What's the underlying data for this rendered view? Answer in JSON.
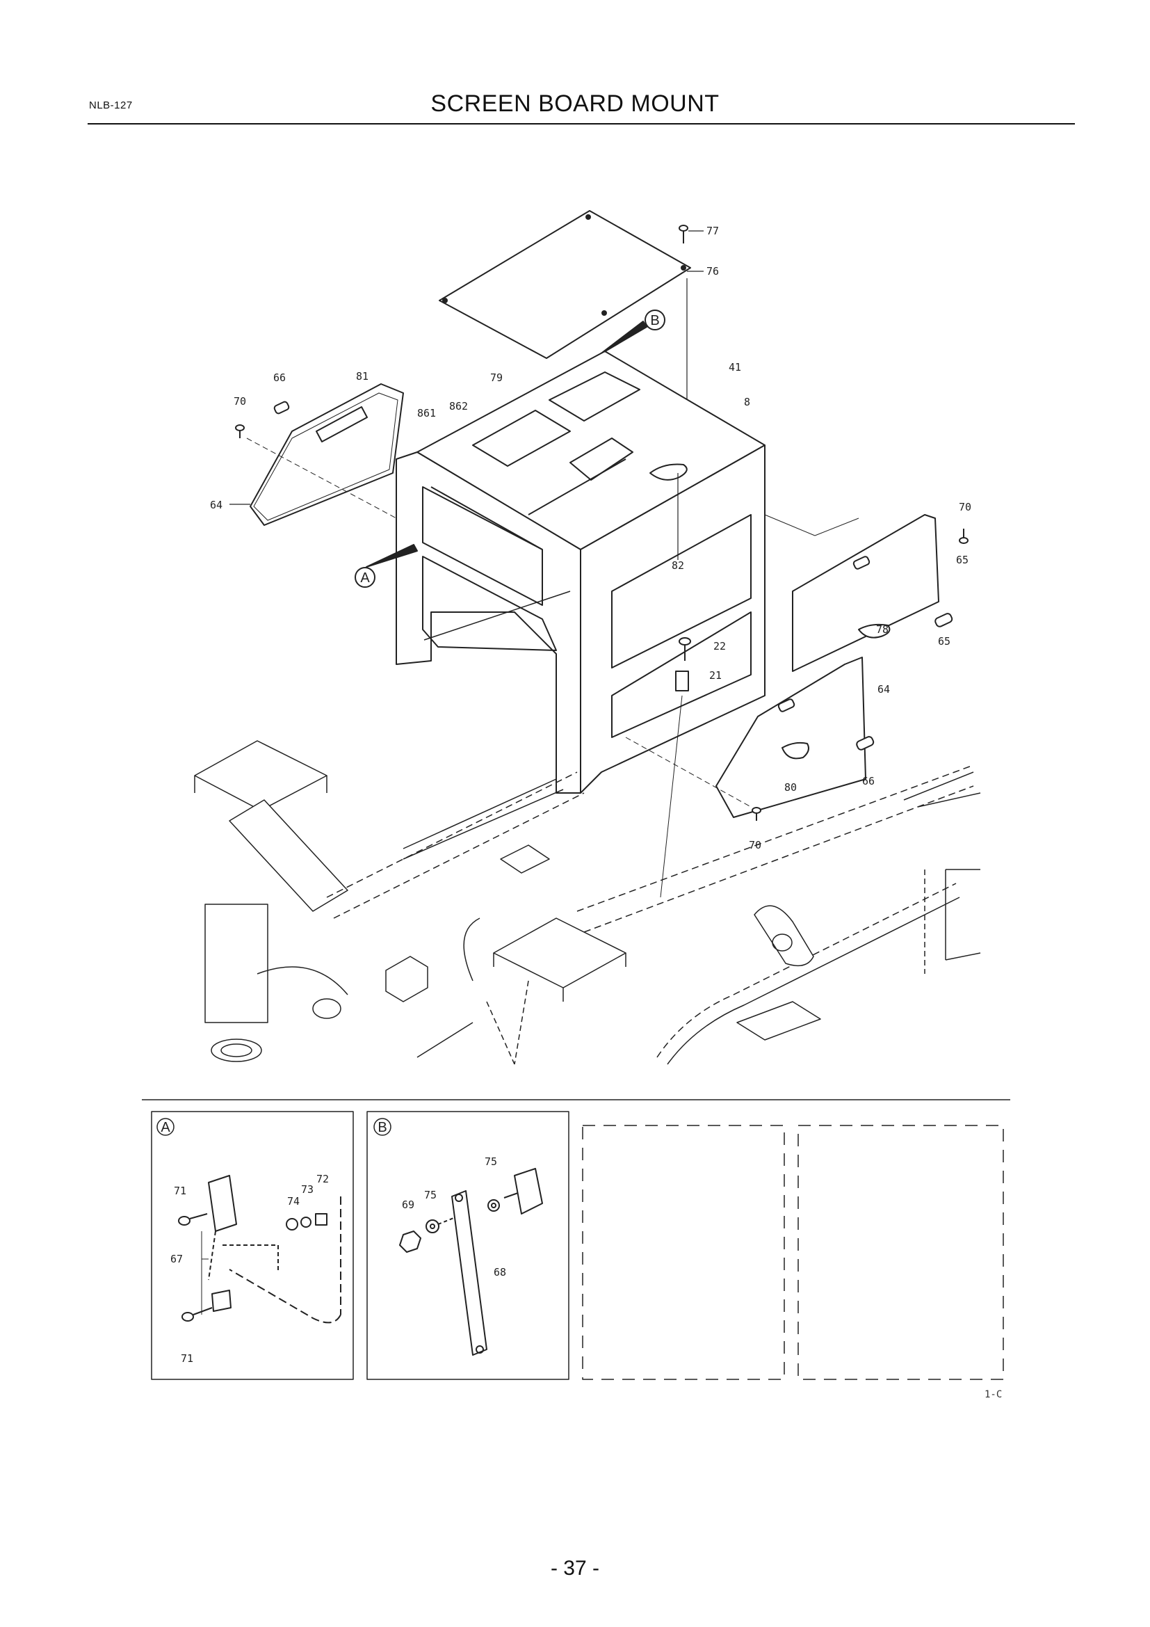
{
  "header": {
    "doc_code": "NLB-127",
    "title": "SCREEN BOARD MOUNT"
  },
  "callouts": [
    "A",
    "B"
  ],
  "main_parts": {
    "p77": "77",
    "p76": "76",
    "p41": "41",
    "p8": "8",
    "p66a": "66",
    "p81": "81",
    "p70a": "70",
    "p79": "79",
    "p862": "862",
    "p861": "861",
    "p64a": "64",
    "p82": "82",
    "p70b": "70",
    "p65a": "65",
    "p78": "78",
    "p65b": "65",
    "p22": "22",
    "p21": "21",
    "p64b": "64",
    "p80": "80",
    "p66b": "66",
    "p70c": "70"
  },
  "inset_a": {
    "label": "A",
    "parts": {
      "p71a": "71",
      "p72": "72",
      "p73": "73",
      "p74": "74",
      "p67": "67",
      "p71b": "71"
    }
  },
  "inset_b": {
    "label": "B",
    "parts": {
      "p75a": "75",
      "p75b": "75",
      "p69": "69",
      "p68": "68"
    }
  },
  "figure_code": "1-C",
  "page_number": "- 37 -"
}
